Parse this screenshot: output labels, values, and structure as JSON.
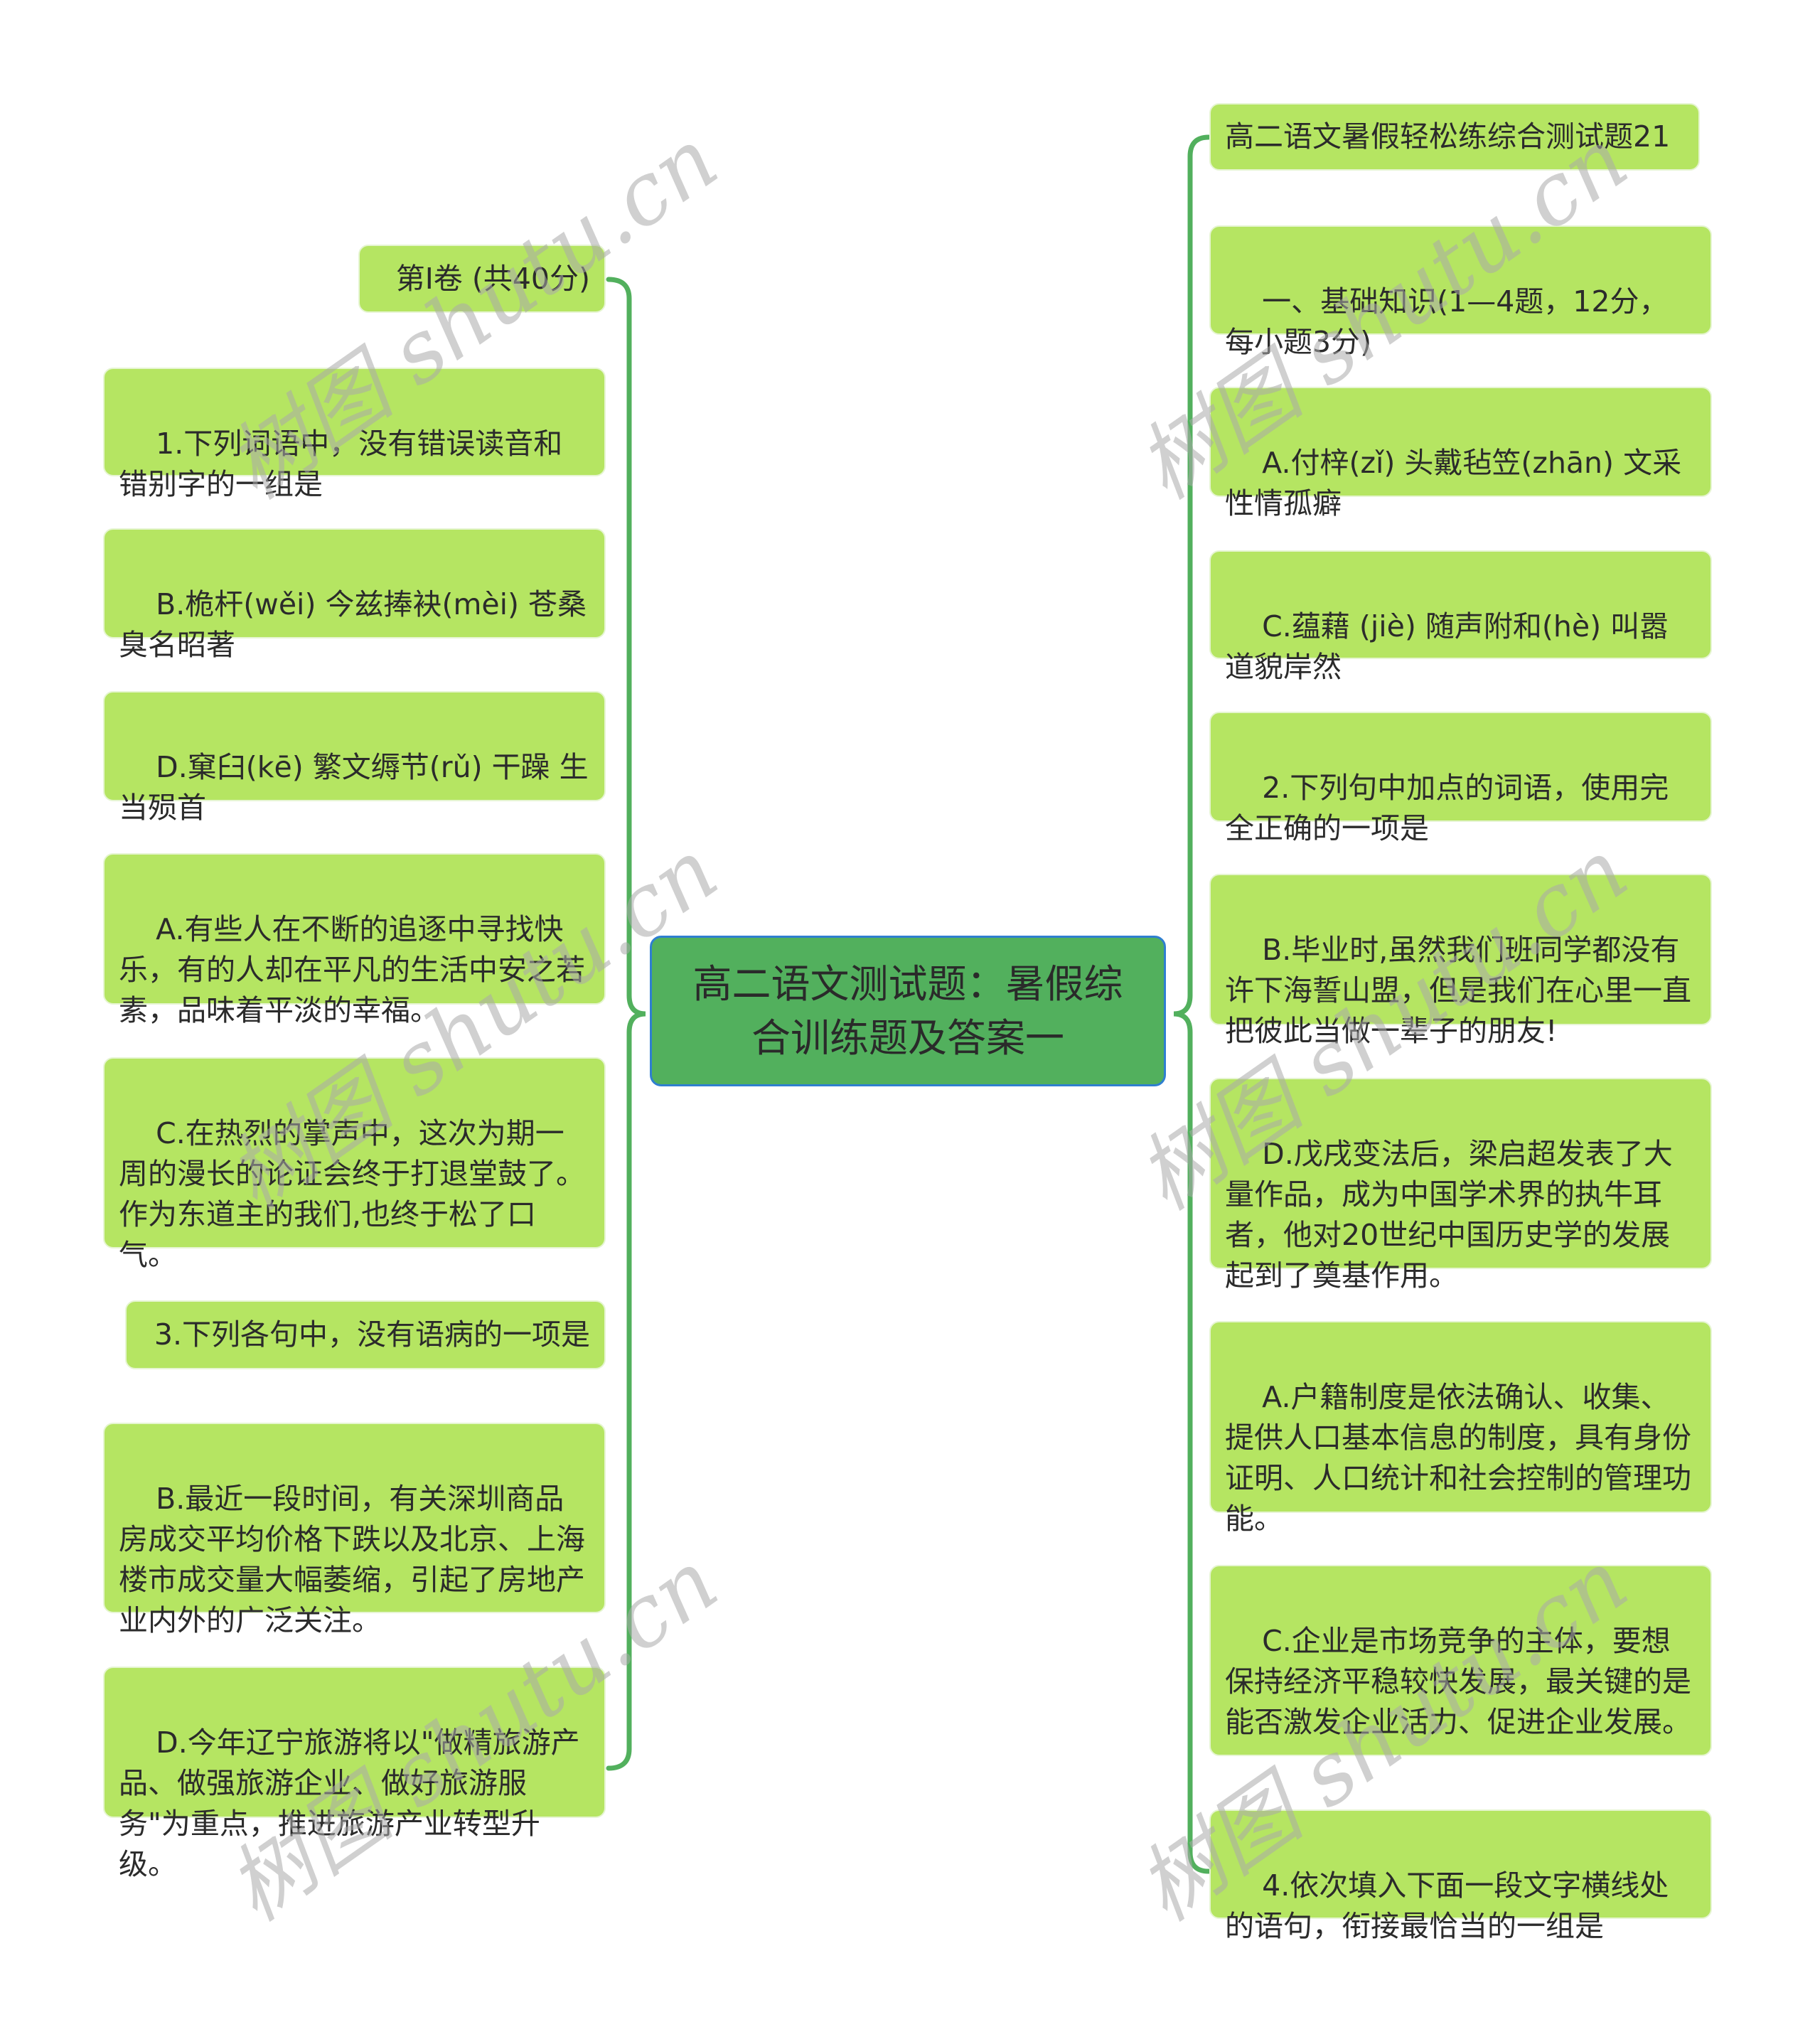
{
  "center": {
    "title": "高二语文测试题：暑假综合训练题及答案一"
  },
  "left_branch": {
    "items": [
      {
        "text": "第Ⅰ卷 (共40分)"
      },
      {
        "text": "1.下列词语中，没有错误读音和错别字的一组是"
      },
      {
        "text": "B.桅杆(wěi) 今兹捧袂(mèi) 苍桑 臭名昭著"
      },
      {
        "text": "D.窠臼(kē) 繁文缛节(rǔ) 干躁 生当殒首"
      },
      {
        "text": "A.有些人在不断的追逐中寻找快乐，有的人却在平凡的生活中安之若素，品味着平淡的幸福。"
      },
      {
        "text": "C.在热烈的掌声中，这次为期一周的漫长的论证会终于打退堂鼓了。作为东道主的我们,也终于松了口气。"
      },
      {
        "text": "3.下列各句中，没有语病的一项是"
      },
      {
        "text": "B.最近一段时间，有关深圳商品房成交平均价格下跌以及北京、上海楼市成交量大幅萎缩，引起了房地产业内外的广泛关注。"
      },
      {
        "text": "D.今年辽宁旅游将以\"做精旅游产品、做强旅游企业、做好旅游服务\"为重点，推进旅游产业转型升级。"
      }
    ]
  },
  "right_branch": {
    "items": [
      {
        "text": "高二语文暑假轻松练综合测试题21"
      },
      {
        "text": "一、基础知识(1—4题，12分，每小题3分)"
      },
      {
        "text": "A.付梓(zǐ) 头戴毡笠(zhān) 文采 性情孤癖"
      },
      {
        "text": "C.蕴藉 (jiè) 随声附和(hè) 叫嚣 道貌岸然"
      },
      {
        "text": "2.下列句中加点的词语，使用完全正确的一项是"
      },
      {
        "text": "B.毕业时,虽然我们班同学都没有许下海誓山盟，但是我们在心里一直把彼此当做一辈子的朋友!"
      },
      {
        "text": "D.戊戌变法后，梁启超发表了大量作品，成为中国学术界的执牛耳者，他对20世纪中国历史学的发展起到了奠基作用。"
      },
      {
        "text": "A.户籍制度是依法确认、收集、提供人口基本信息的制度，具有身份证明、人口统计和社会控制的管理功能。"
      },
      {
        "text": "C.企业是市场竞争的主体，要想保持经济平稳较快发展，最关键的是能否激发企业活力、促进企业发展。"
      },
      {
        "text": "4.依次填入下面一段文字横线处的语句，衔接最恰当的一组是"
      }
    ]
  },
  "watermark": {
    "text": "树图 shutu.cn"
  },
  "colors": {
    "center_fill": "#52b05d",
    "center_border": "#2f7fd0",
    "node_fill": "#b5e562",
    "connector": "#52b05d",
    "text": "#2b2b2b"
  }
}
